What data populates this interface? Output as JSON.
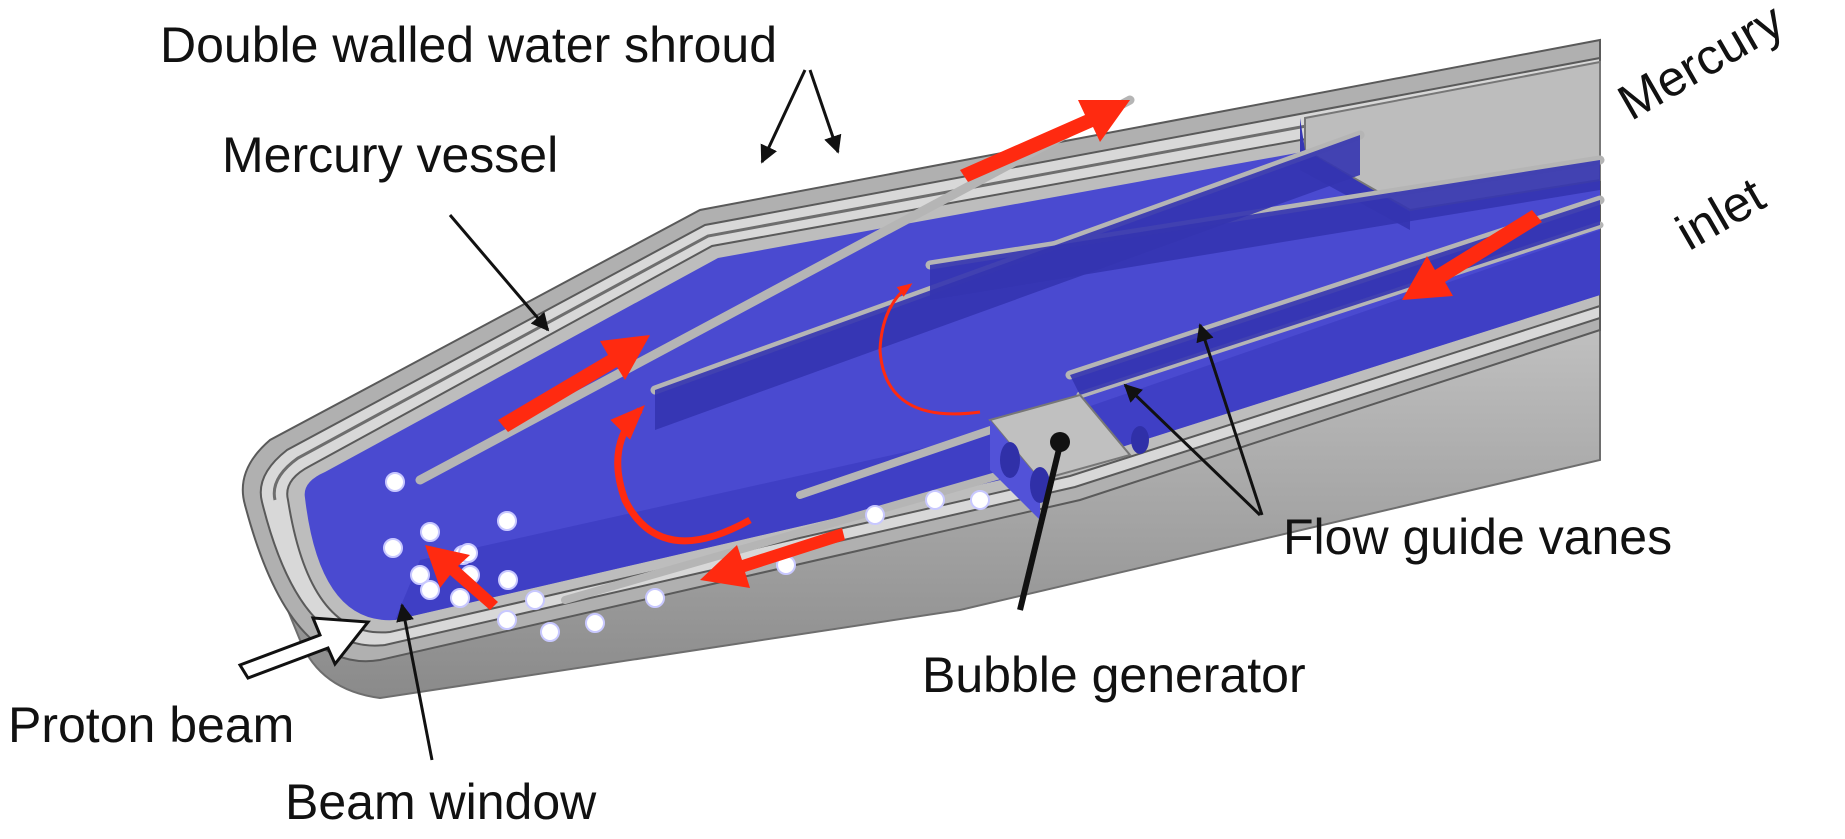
{
  "labels": {
    "double_walled_water_shroud": "Double walled water shroud",
    "mercury_vessel": "Mercury vessel",
    "mercury_inlet_line1": "Mercury",
    "mercury_inlet_line2": "inlet",
    "flow_guide_vanes": "Flow guide vanes",
    "bubble_generator": "Bubble  generator",
    "proton_beam": "Proton beam",
    "beam_window": "Beam window"
  },
  "colors": {
    "vessel_blue": "#4a4ad0",
    "vessel_blue_dark": "#3636b4",
    "vessel_blue_light": "#6060dc",
    "shroud_gray": "#a9a9a9",
    "shroud_dark": "#6e6e6e",
    "flow_arrow_red": "#ff2a10",
    "bubble_white": "#ffffff"
  }
}
